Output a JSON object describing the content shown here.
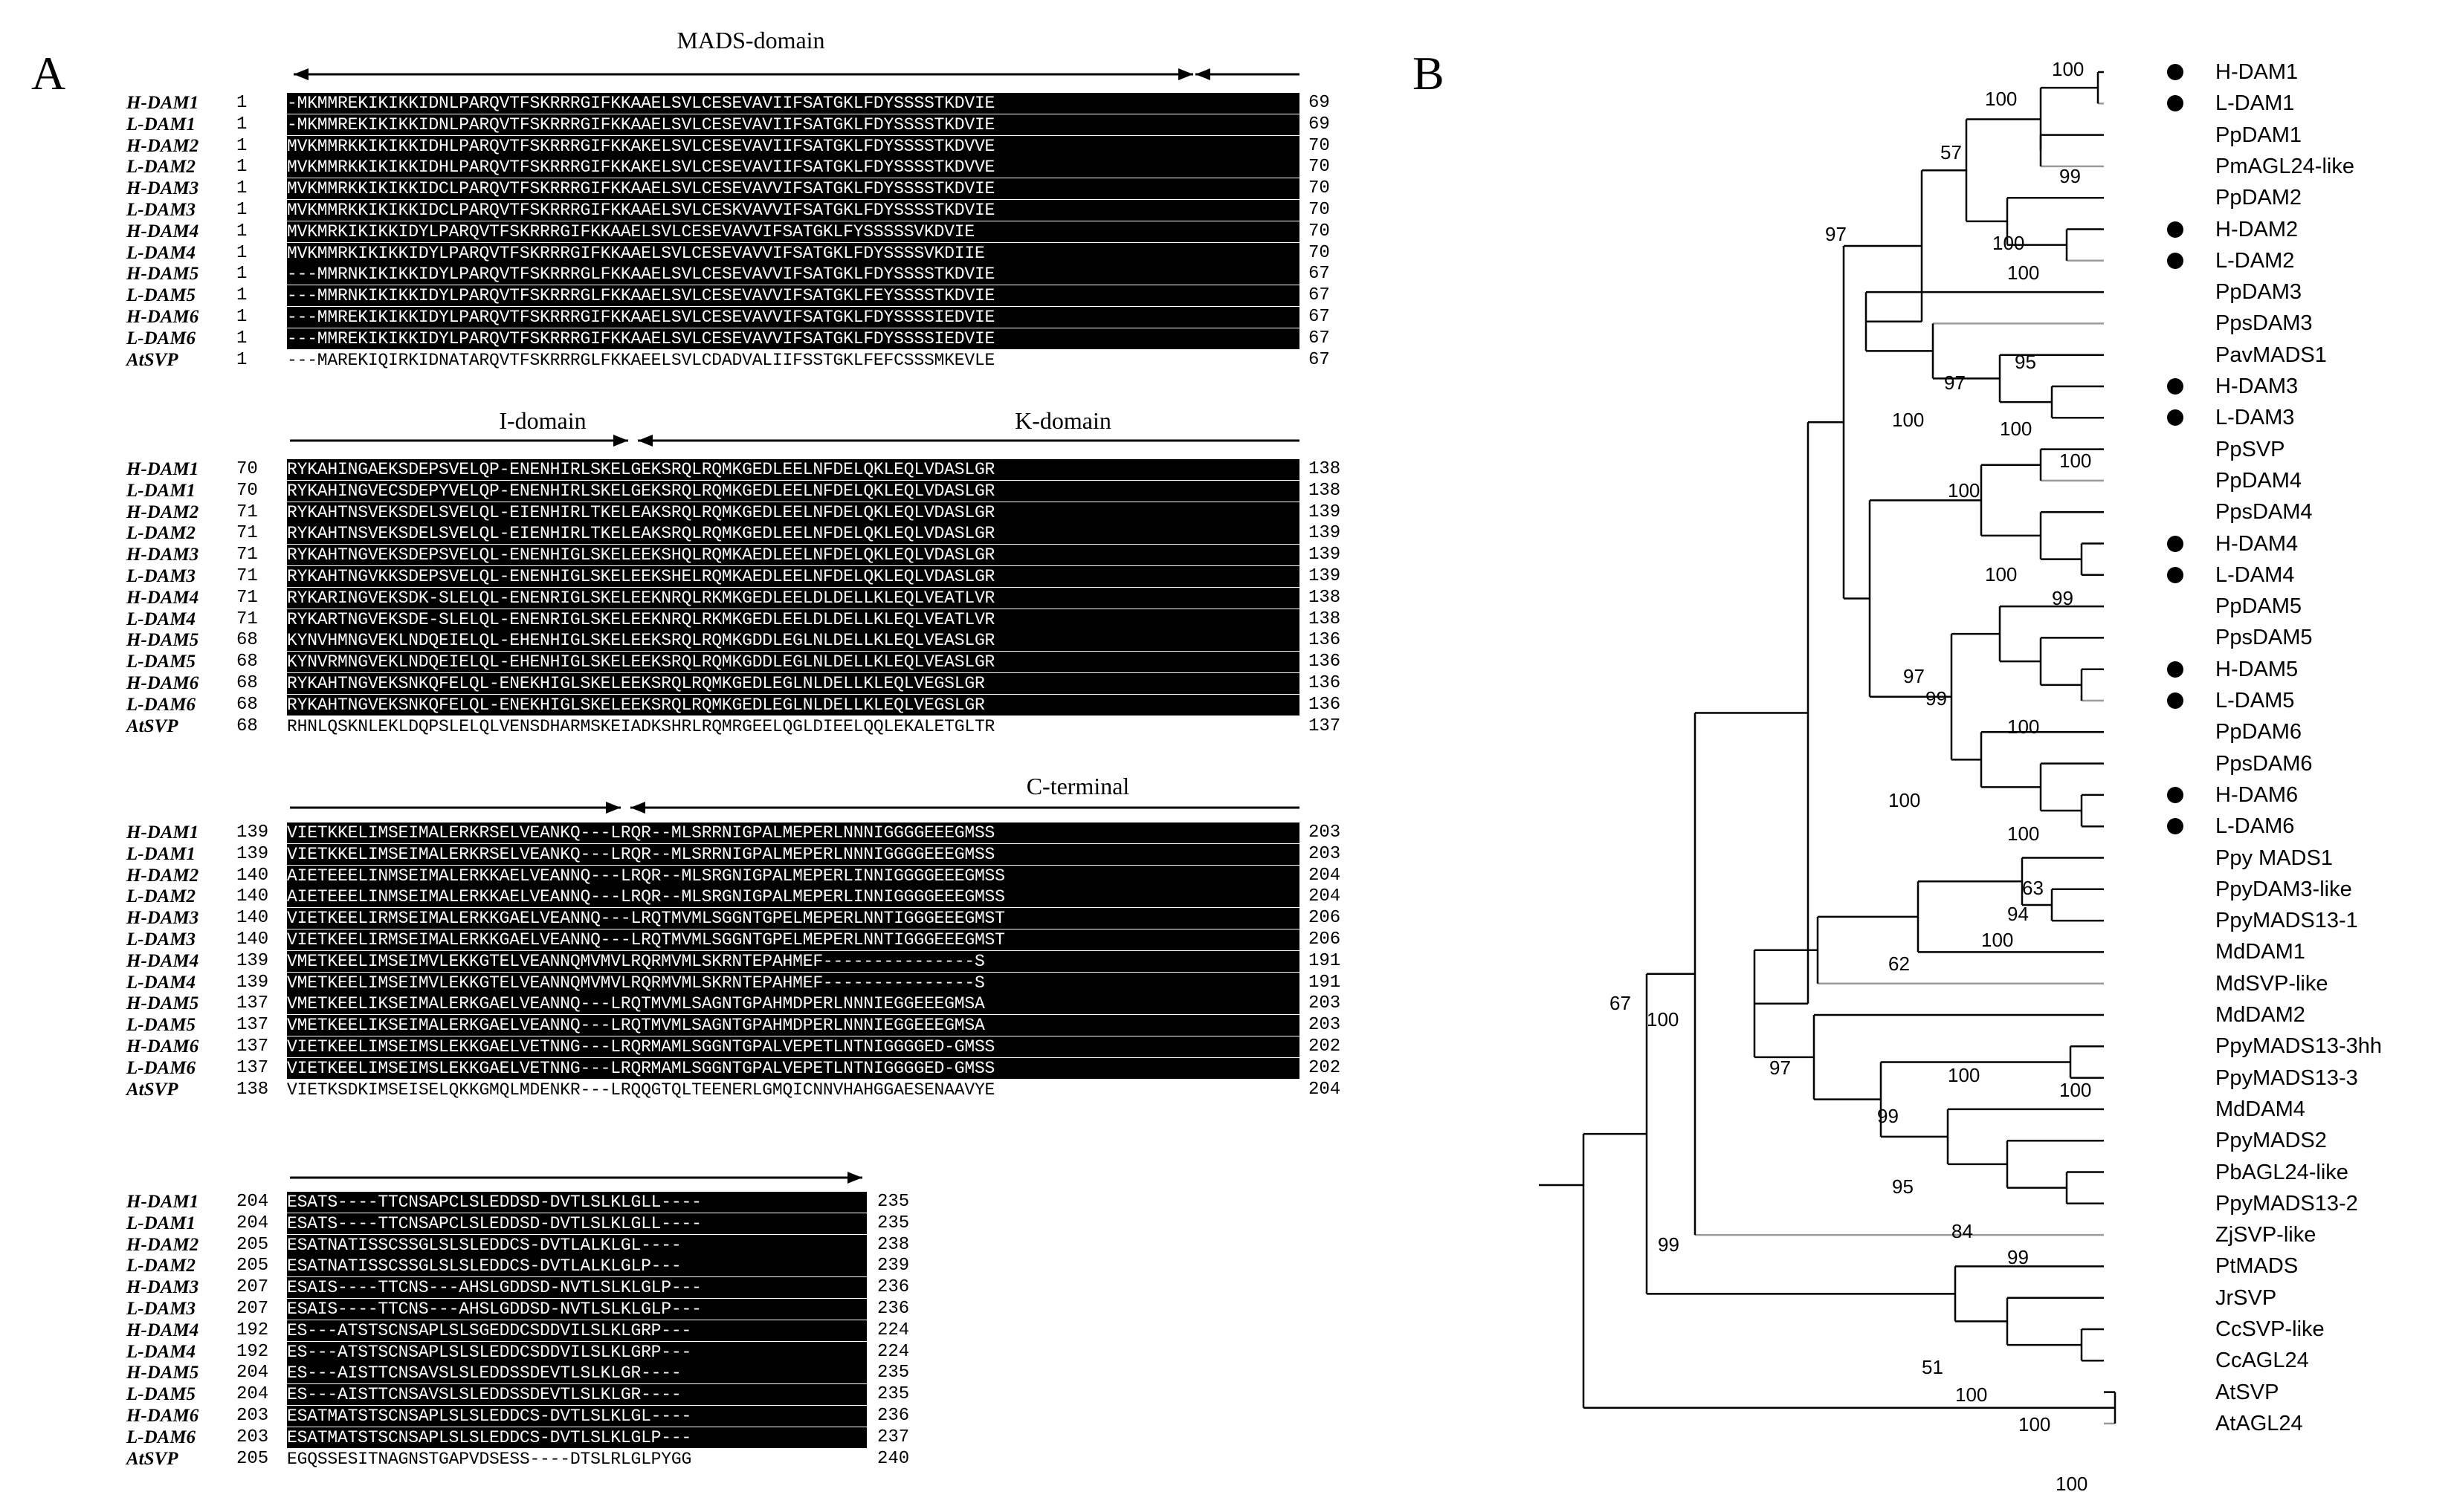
{
  "panel_a": {
    "letter": "A",
    "blocks": [
      {
        "domain_labels": [
          "MADS-domain"
        ],
        "rows": [
          {
            "name": "H-DAM1",
            "start": "1",
            "seq": "-MKMMREKIKIKKIDNLPARQVTFSKRRRGIFKKAAELSVLCESEVAVIIFSATGKLFDYSSSSTKDVIE",
            "end": "69"
          },
          {
            "name": "L-DAM1",
            "start": "1",
            "seq": "-MKMMREKIKIKKIDNLPARQVTFSKRRRGIFKKAAELSVLCESEVAVIIFSATGKLFDYSSSSTKDVIE",
            "end": "69"
          },
          {
            "name": "H-DAM2",
            "start": "1",
            "seq": "MVKMMRKKIKIKKIDHLPARQVTFSKRRRGIFKKAKELSVLCESEVAVIIFSATGKLFDYSSSSTKDVVE",
            "end": "70"
          },
          {
            "name": "L-DAM2",
            "start": "1",
            "seq": "MVKMMRKKIKIKKIDHLPARQVTFSKRRRGIFKKAKELSVLCESEVAVIIFSATGKLFDYSSSSTKDVVE",
            "end": "70"
          },
          {
            "name": "H-DAM3",
            "start": "1",
            "seq": "MVKMMRKKIKIKKIDCLPARQVTFSKRRRGIFKKAAELSVLCESEVAVVIFSATGKLFDYSSSSTKDVIE",
            "end": "70"
          },
          {
            "name": "L-DAM3",
            "start": "1",
            "seq": "MVKMMRKKIKIKKIDCLPARQVTFSKRRRGIFKKAAELSVLCESKVAVVIFSATGKLFDYSSSSTKDVIE",
            "end": "70"
          },
          {
            "name": "H-DAM4",
            "start": "1",
            "seq": "MVKMRKIKIKKIDYLPARQVTFSKRRRGIFKKAAELSVLCESEVAVVIFSATGKLFYSSSSSVKDVIE",
            "end": "70"
          },
          {
            "name": "L-DAM4",
            "start": "1",
            "seq": "MVKMMRKIKIKKIDYLPARQVTFSKRRRGIFKKAAELSVLCESEVAVVIFSATGKLFDYSSSSVKDIIE",
            "end": "70"
          },
          {
            "name": "H-DAM5",
            "start": "1",
            "seq": "---MMRNKIKIKKIDYLPARQVTFSKRRRGLFKKAAELSVLCESEVAVVIFSATGKLFDYSSSSTKDVIE",
            "end": "67"
          },
          {
            "name": "L-DAM5",
            "start": "1",
            "seq": "---MMRNKIKIKKIDYLPARQVTFSKRRRGLFKKAAELSVLCESEVAVVIFSATGKLFEYSSSSTKDVIE",
            "end": "67"
          },
          {
            "name": "H-DAM6",
            "start": "1",
            "seq": "---MMREKIKIKKIDYLPARQVTFSKRRRGIFKKAAELSVLCESEVAVVIFSATGKLFDYSSSSIEDVIE",
            "end": "67"
          },
          {
            "name": "L-DAM6",
            "start": "1",
            "seq": "---MMREKIKIKKIDYLPARQVTFSKRRRGIFKKAAELSVLCESEVAVVIFSATGKLFDYSSSSIEDVIE",
            "end": "67"
          },
          {
            "name": "AtSVP",
            "start": "1",
            "seq": "---MAREKIQIRKIDNATARQVTFSKRRRGLFKKAEELSVLCDADVALIIFSSTGKLFEFCSSSMKEVLE",
            "end": "67"
          }
        ]
      },
      {
        "domain_labels": [
          "I-domain",
          "K-domain"
        ],
        "rows": [
          {
            "name": "H-DAM1",
            "start": "70",
            "seq": "RYKAHINGAEKSDEPSVELQP-ENENHIRLSKELGEKSRQLRQMKGEDLEELNFDELQKLEQLVDASLGR",
            "end": "138"
          },
          {
            "name": "L-DAM1",
            "start": "70",
            "seq": "RYKAHINGVECSDEPYVELQP-ENENHIRLSKELGEKSRQLRQMKGEDLEELNFDELQKLEQLVDASLGR",
            "end": "138"
          },
          {
            "name": "H-DAM2",
            "start": "71",
            "seq": "RYKAHTNSVEKSDELSVELQL-EIENHIRLTKELEAKSRQLRQMKGEDLEELNFDELQKLEQLVDASLGR",
            "end": "139"
          },
          {
            "name": "L-DAM2",
            "start": "71",
            "seq": "RYKAHTNSVEKSDELSVELQL-EIENHIRLTKELEAKSRQLRQMKGEDLEELNFDELQKLEQLVDASLGR",
            "end": "139"
          },
          {
            "name": "H-DAM3",
            "start": "71",
            "seq": "RYKAHTNGVEKSDEPSVELQL-ENENHIGLSKELEEKSHQLRQMKAEDLEELNFDELQKLEQLVDASLGR",
            "end": "139"
          },
          {
            "name": "L-DAM3",
            "start": "71",
            "seq": "RYKAHTNGVKKSDEPSVELQL-ENENHIGLSKELEEKSHELRQMKAEDLEELNFDELQKLEQLVDASLGR",
            "end": "139"
          },
          {
            "name": "H-DAM4",
            "start": "71",
            "seq": "RYKARINGVEKSDK-SLELQL-ENENRIGLSKELEEKNRQLRKMKGEDLEELDLDELLKLEQLVEATLVR",
            "end": "138"
          },
          {
            "name": "L-DAM4",
            "start": "71",
            "seq": "RYKARTNGVEKSDE-SLELQL-ENENRIGLSKELEEKNRQLRKMKGEDLEELDLDELLKLEQLVEATLVR",
            "end": "138"
          },
          {
            "name": "H-DAM5",
            "start": "68",
            "seq": "KYNVHMNGVEKLNDQEIELQL-EHENHIGLSKELEEKSRQLRQMKGDDLEGLNLDELLKLEQLVEASLGR",
            "end": "136"
          },
          {
            "name": "L-DAM5",
            "start": "68",
            "seq": "KYNVRMNGVEKLNDQEIELQL-EHENHIGLSKELEEKSRQLRQMKGDDLEGLNLDELLKLEQLVEASLGR",
            "end": "136"
          },
          {
            "name": "H-DAM6",
            "start": "68",
            "seq": "RYKAHTNGVEKSNKQFELQL-ENEKHIGLSKELEEKSRQLRQMKGEDLEGLNLDELLKLEQLVEGSLGR",
            "end": "136"
          },
          {
            "name": "L-DAM6",
            "start": "68",
            "seq": "RYKAHTNGVEKSNKQFELQL-ENEKHIGLSKELEEKSRQLRQMKGEDLEGLNLDELLKLEQLVEGSLGR",
            "end": "136"
          },
          {
            "name": "AtSVP",
            "start": "68",
            "seq": "RHNLQSKNLEKLDQPSLELQLVENSDHARMSKEIADKSHRLRQMRGEELQGLDIEELQQLEKALETGLTR",
            "end": "137"
          }
        ]
      },
      {
        "domain_labels": [
          "C-terminal"
        ],
        "rows": [
          {
            "name": "H-DAM1",
            "start": "139",
            "seq": "VIETKKELIMSEIMALERKRSELVEANKQ---LRQR--MLSRRNIGPALMEPERLNNNIGGGGEEEGMSS",
            "end": "203"
          },
          {
            "name": "L-DAM1",
            "start": "139",
            "seq": "VIETKKELIMSEIMALERKRSELVEANKQ---LRQR--MLSRRNIGPALMEPERLNNNIGGGGEEEGMSS",
            "end": "203"
          },
          {
            "name": "H-DAM2",
            "start": "140",
            "seq": "AIETEEELINMSEIMALERKKAELVEANNQ---LRQR--MLSRGNIGPALMEPERLINNIGGGGEEEGMSS",
            "end": "204"
          },
          {
            "name": "L-DAM2",
            "start": "140",
            "seq": "AIETEEELINMSEIMALERKKAELVEANNQ---LRQR--MLSRGNIGPALMEPERLINNIGGGGEEEGMSS",
            "end": "204"
          },
          {
            "name": "H-DAM3",
            "start": "140",
            "seq": "VIETKEELIRMSEIMALERKKGAELVEANNQ---LRQTMVMLSGGNTGPELMEPERLNNTIGGGEEEGMST",
            "end": "206"
          },
          {
            "name": "L-DAM3",
            "start": "140",
            "seq": "VIETKEELIRMSEIMALERKKGAELVEANNQ---LRQTMVMLSGGNTGPELMEPERLNNTIGGGEEEGMST",
            "end": "206"
          },
          {
            "name": "H-DAM4",
            "start": "139",
            "seq": "VMETKEELIMSEIMVLEKKGTELVEANNQMVMVLRQRMVMLSKRNTEPAHMEF---------------S",
            "end": "191"
          },
          {
            "name": "L-DAM4",
            "start": "139",
            "seq": "VMETKEELIMSEIMVLEKKGTELVEANNQMVMVLRQRMVMLSKRNTEPAHMEF---------------S",
            "end": "191"
          },
          {
            "name": "H-DAM5",
            "start": "137",
            "seq": "VMETKEELIKSEIMALERKGAELVEANNQ---LRQTMVMLSAGNTGPAHMDPERLNNNIEGGEEEGMSA",
            "end": "203"
          },
          {
            "name": "L-DAM5",
            "start": "137",
            "seq": "VMETKEELIKSEIMALERKGAELVEANNQ---LRQTMVMLSAGNTGPAHMDPERLNNNIEGGEEEGMSA",
            "end": "203"
          },
          {
            "name": "H-DAM6",
            "start": "137",
            "seq": "VIETKEELIMSEIMSLEKKGAELVETNNG---LRQRMAMLSGGNTGPALVEPETLNTNIGGGGED-GMSS",
            "end": "202"
          },
          {
            "name": "L-DAM6",
            "start": "137",
            "seq": "VIETKEELIMSEIMSLEKKGAELVETNNG---LRQRMAMLSGGNTGPALVEPETLNTNIGGGGED-GMSS",
            "end": "202"
          },
          {
            "name": "AtSVP",
            "start": "138",
            "seq": "VIETKSDKIMSEISELQKKGMQLMDENKR---LRQQGTQLTEENERLGMQICNNVHAHGGAESENAAVYE",
            "end": "204"
          }
        ]
      },
      {
        "domain_labels": [],
        "rows": [
          {
            "name": "H-DAM1",
            "start": "204",
            "seq": "ESATS----TTCNSAPCLSLEDDSD-DVTLSLKLGLL----",
            "end": "235"
          },
          {
            "name": "L-DAM1",
            "start": "204",
            "seq": "ESATS----TTCNSAPCLSLEDDSD-DVTLSLKLGLL----",
            "end": "235"
          },
          {
            "name": "H-DAM2",
            "start": "205",
            "seq": "ESATNATISSCSSGLSLSLEDDCS-DVTLALKLGL----",
            "end": "238"
          },
          {
            "name": "L-DAM2",
            "start": "205",
            "seq": "ESATNATISSCSSGLSLSLEDDCS-DVTLALKLGLP---",
            "end": "239"
          },
          {
            "name": "H-DAM3",
            "start": "207",
            "seq": "ESAIS----TTCNS---AHSLGDDSD-NVTLSLKLGLP---",
            "end": "236"
          },
          {
            "name": "L-DAM3",
            "start": "207",
            "seq": "ESAIS----TTCNS---AHSLGDDSD-NVTLSLKLGLP---",
            "end": "236"
          },
          {
            "name": "H-DAM4",
            "start": "192",
            "seq": "ES---ATSTSCNSAPLSLSGEDDCSDDVILSLKLGRP---",
            "end": "224"
          },
          {
            "name": "L-DAM4",
            "start": "192",
            "seq": "ES---ATSTSCNSAPLSLSLEDDCSDDVILSLKLGRP---",
            "end": "224"
          },
          {
            "name": "H-DAM5",
            "start": "204",
            "seq": "ES---AISTTCNSAVSLSLEDDSSDEVTLSLKLGR----",
            "end": "235"
          },
          {
            "name": "L-DAM5",
            "start": "204",
            "seq": "ES---AISTTCNSAVSLSLEDDSSDEVTLSLKLGR----",
            "end": "235"
          },
          {
            "name": "H-DAM6",
            "start": "203",
            "seq": "ESATMATSTSCNSAPLSLSLEDDCS-DVTLSLKLGL----",
            "end": "236"
          },
          {
            "name": "L-DAM6",
            "start": "203",
            "seq": "ESATMATSTSCNSAPLSLSLEDDCS-DVTLSLKLGLP---",
            "end": "237"
          },
          {
            "name": "AtSVP",
            "start": "205",
            "seq": "EGQSSESITNAGNSTGAPVDSESS----DTSLRLGLPYGG",
            "end": "240"
          }
        ]
      }
    ]
  },
  "panel_b": {
    "letter": "B",
    "leaves": [
      {
        "label": "H-DAM1",
        "dot": true
      },
      {
        "label": "L-DAM1",
        "dot": true
      },
      {
        "label": "PpDAM1",
        "dot": false
      },
      {
        "label": "PmAGL24-like",
        "dot": false
      },
      {
        "label": "PpDAM2",
        "dot": false
      },
      {
        "label": "H-DAM2",
        "dot": true
      },
      {
        "label": "L-DAM2",
        "dot": true
      },
      {
        "label": "PpDAM3",
        "dot": false
      },
      {
        "label": "PpsDAM3",
        "dot": false
      },
      {
        "label": "PavMADS1",
        "dot": false
      },
      {
        "label": "H-DAM3",
        "dot": true
      },
      {
        "label": "L-DAM3",
        "dot": true
      },
      {
        "label": "PpSVP",
        "dot": false
      },
      {
        "label": "PpDAM4",
        "dot": false
      },
      {
        "label": "PpsDAM4",
        "dot": false
      },
      {
        "label": "H-DAM4",
        "dot": true
      },
      {
        "label": "L-DAM4",
        "dot": true
      },
      {
        "label": "PpDAM5",
        "dot": false
      },
      {
        "label": "PpsDAM5",
        "dot": false
      },
      {
        "label": "H-DAM5",
        "dot": true
      },
      {
        "label": "L-DAM5",
        "dot": true
      },
      {
        "label": "PpDAM6",
        "dot": false
      },
      {
        "label": "PpsDAM6",
        "dot": false
      },
      {
        "label": "H-DAM6",
        "dot": true
      },
      {
        "label": "L-DAM6",
        "dot": true
      },
      {
        "label": "Ppy MADS1",
        "dot": false
      },
      {
        "label": "PpyDAM3-like",
        "dot": false
      },
      {
        "label": "PpyMADS13-1",
        "dot": false
      },
      {
        "label": "MdDAM1",
        "dot": false
      },
      {
        "label": "MdSVP-like",
        "dot": false
      },
      {
        "label": "MdDAM2",
        "dot": false
      },
      {
        "label": "PpyMADS13-3hh",
        "dot": false
      },
      {
        "label": "PpyMADS13-3",
        "dot": false
      },
      {
        "label": "MdDAM4",
        "dot": false
      },
      {
        "label": "PpyMADS2",
        "dot": false
      },
      {
        "label": "PbAGL24-like",
        "dot": false
      },
      {
        "label": "PpyMADS13-2",
        "dot": false
      },
      {
        "label": "ZjSVP-like",
        "dot": false
      },
      {
        "label": "PtMADS",
        "dot": false
      },
      {
        "label": "JrSVP",
        "dot": false
      },
      {
        "label": "CcSVP-like",
        "dot": false
      },
      {
        "label": "CcAGL24",
        "dot": false
      },
      {
        "label": "AtSVP",
        "dot": false
      },
      {
        "label": "AtAGL24",
        "dot": false
      }
    ],
    "bootstrap": [
      "100",
      "100",
      "99",
      "57",
      "100",
      "100",
      "97",
      "95",
      "97",
      "100",
      "100",
      "100",
      "100",
      "99",
      "100",
      "97",
      "99",
      "100",
      "100",
      "100",
      "94",
      "63",
      "100",
      "62",
      "100",
      "97",
      "99",
      "100",
      "95",
      "84",
      "99",
      "99",
      "100",
      "67",
      "51",
      "100",
      "100",
      "100"
    ]
  }
}
